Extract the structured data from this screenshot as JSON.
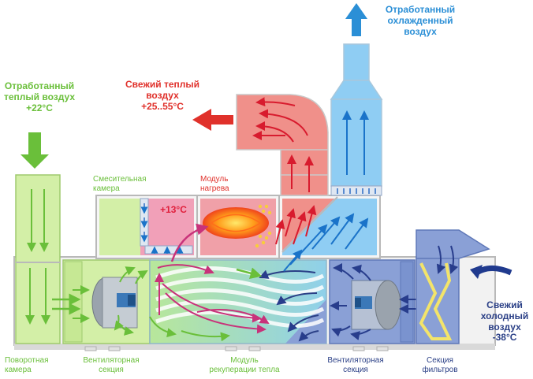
{
  "labels": {
    "exhaust_warm": [
      "Отработанный",
      "теплый воздух",
      "+22°C"
    ],
    "supply_warm": [
      "Свежий теплый",
      "воздух",
      "+25..55°C"
    ],
    "exhaust_cool": [
      "Отработанный",
      "охлажденный",
      "воздух"
    ],
    "fresh_cold": [
      "Свежий",
      "холодный",
      "воздух",
      "-38°C"
    ],
    "mixing_chamber": [
      "Смесительная",
      "камера"
    ],
    "heating_module": [
      "Модуль",
      "нагрева"
    ],
    "mix_temp": "+13°C",
    "rotary_chamber": [
      "Поворотная",
      "камера"
    ],
    "fan_section_left": [
      "Вентиляторная",
      "секция"
    ],
    "recovery_module": [
      "Модуль",
      "рекуперации тепла"
    ],
    "fan_section_right": [
      "Вентиляторная",
      "секция"
    ],
    "filter_section": [
      "Секция",
      "фильтров"
    ]
  },
  "colors": {
    "green": "#6abf3a",
    "red": "#e0312b",
    "blue": "#2b8fd6",
    "navy": "#2a3f86",
    "green_fill": "#d3efa7",
    "pink_fill": "#f1a0b8",
    "red_fill": "#f0908a",
    "light_blue_fill": "#8fcdf3",
    "slate_fill": "#8aa0d6"
  }
}
